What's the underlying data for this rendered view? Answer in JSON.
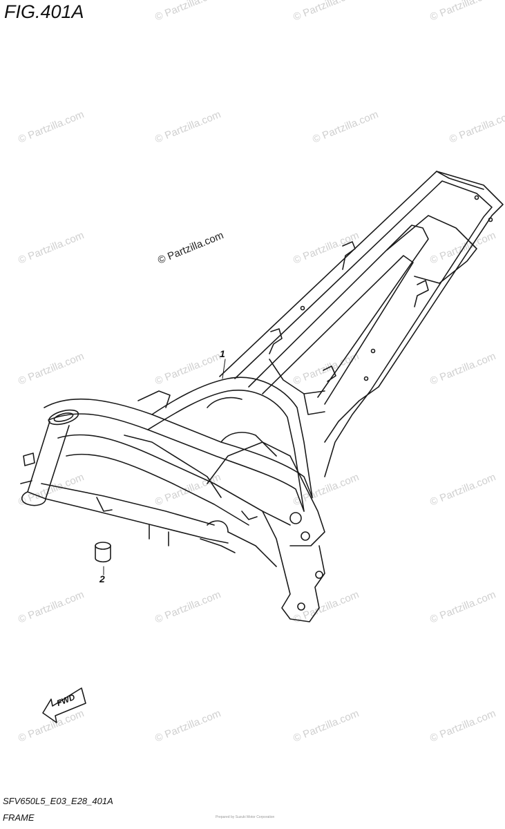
{
  "figure": {
    "title": "FIG.401A",
    "code": "SFV650L5_E03_E28_401A",
    "name": "FRAME"
  },
  "callouts": [
    {
      "label": "1"
    },
    {
      "label": "2"
    }
  ],
  "arrow": {
    "label": "FWD"
  },
  "watermark": {
    "text": "© Partzilla.com",
    "main_text": "© Partzilla.com"
  },
  "credit": {
    "text": "Prepared by Suzuki Motor Corporation"
  },
  "colors": {
    "line": "#1a1a1a",
    "watermark": "#cfcfcf",
    "background": "#ffffff"
  }
}
